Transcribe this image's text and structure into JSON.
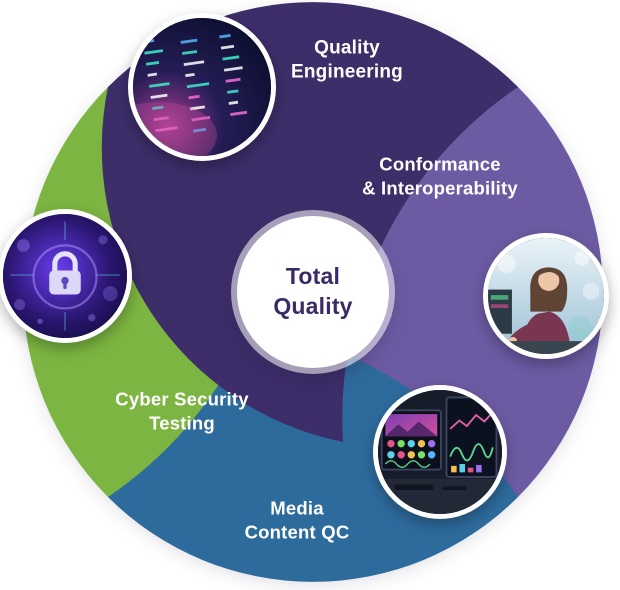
{
  "diagram": {
    "center_label": "Total\nQuality",
    "center_text_color": "#3a2a66",
    "label_text_color": "#ffffff",
    "segments": [
      {
        "id": "quality-engineering",
        "label": "Quality\nEngineering",
        "color": "#3d2d69"
      },
      {
        "id": "conformance-interoperability",
        "label": "Conformance\n& Interoperability",
        "color": "#6c5ba3"
      },
      {
        "id": "media-content-qc",
        "label": "Media\nContent QC",
        "color": "#2e6b9d"
      },
      {
        "id": "cyber-security-testing",
        "label": "Cyber Security\nTesting",
        "color": "#7cb541"
      }
    ],
    "photos": [
      {
        "id": "code-screen-photo",
        "depicts": "programming code on a dark screen"
      },
      {
        "id": "padlock-photo",
        "depicts": "glowing cyber security padlock"
      },
      {
        "id": "engineer-photo",
        "depicts": "engineer working at a test bench"
      },
      {
        "id": "editing-monitors-photo",
        "depicts": "video editing and QC monitors"
      }
    ]
  }
}
